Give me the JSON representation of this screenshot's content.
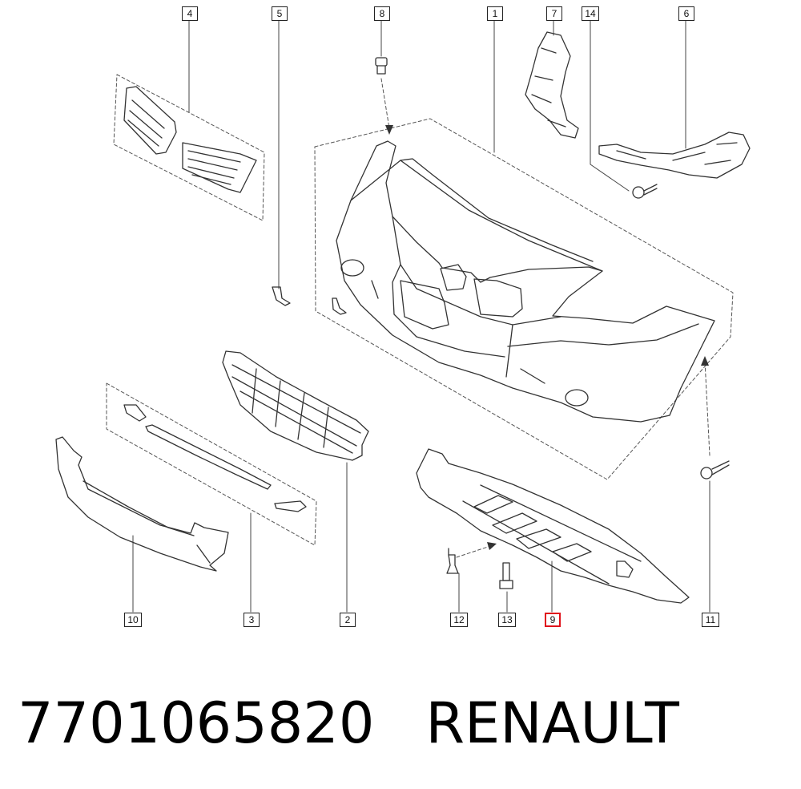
{
  "parts": {
    "p1": "1",
    "p2": "2",
    "p3": "3",
    "p4": "4",
    "p5": "5",
    "p6": "6",
    "p7": "7",
    "p8": "8",
    "p9": "9",
    "p10": "10",
    "p11": "11",
    "p12": "12",
    "p13": "13",
    "p14": "14"
  },
  "highlighted_part": "9",
  "highlight_color": "#e0121b",
  "caption": {
    "part_number": "7701065820",
    "brand": "RENAULT"
  }
}
